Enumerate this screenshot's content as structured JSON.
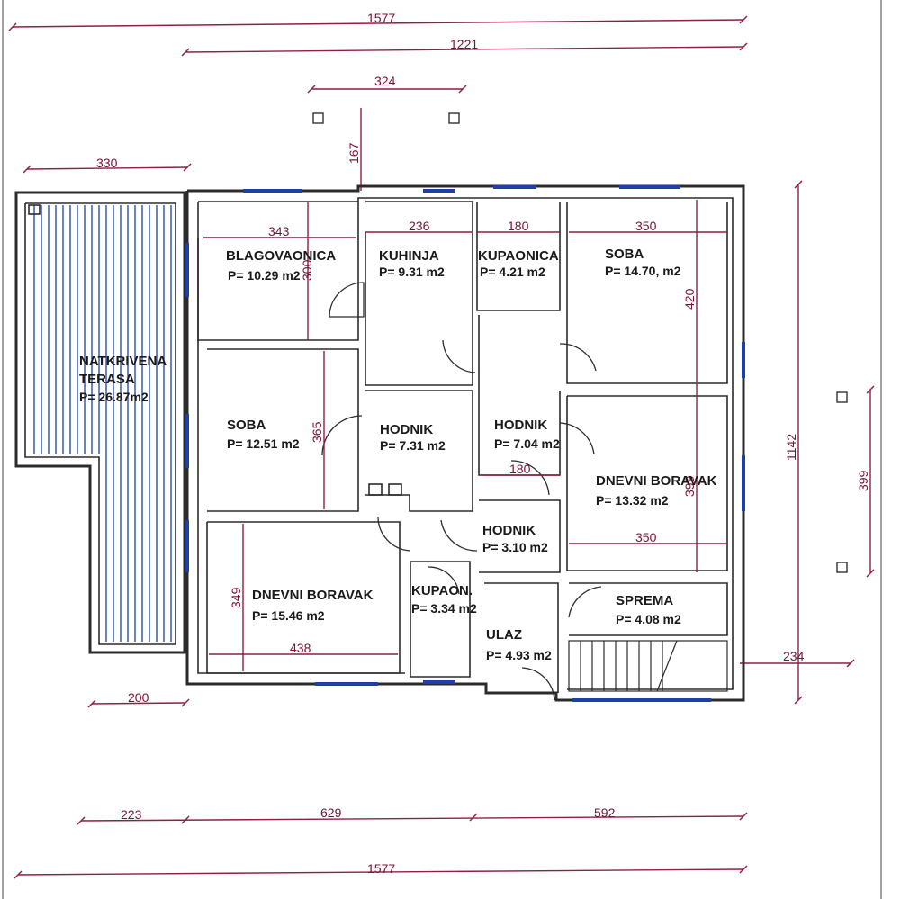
{
  "dimensions": {
    "top_total": "1577",
    "top_inner": "1221",
    "top_small": "324",
    "top_vertical": "167",
    "terrace_width": "330",
    "right_height": "1142",
    "right_small": "399",
    "right_offset": "234",
    "bottom_left_offset": "200",
    "bottom_seg1": "223",
    "bottom_seg2": "629",
    "bottom_seg3": "592",
    "bottom_total": "1577",
    "blagovaonica_w": "343",
    "blagovaonica_h": "300",
    "kuhinja_w": "236",
    "kupaonica_w": "180",
    "soba_right_w": "350",
    "soba_right_h": "420",
    "soba_left_h": "365",
    "hodnik_w": "180",
    "dnevni_right_h": "399",
    "dnevni_right_w": "350",
    "dnevni_left_h": "349",
    "dnevni_left_w": "438"
  },
  "rooms": [
    {
      "id": "blagovaonica",
      "name": "BLAGOVAONICA",
      "area": "P= 10.29 m2"
    },
    {
      "id": "kuhinja",
      "name": "KUHINJA",
      "area": "P= 9.31 m2"
    },
    {
      "id": "kupaonica",
      "name": "KUPAONICA",
      "area": "P= 4.21 m2"
    },
    {
      "id": "soba-right",
      "name": "SOBA",
      "area": "P= 14.70, m2"
    },
    {
      "id": "terasa",
      "name_line1": "NATKRIVENA",
      "name_line2": "TERASA",
      "area": "P= 26.87m2"
    },
    {
      "id": "soba-left",
      "name": "SOBA",
      "area": "P= 12.51 m2"
    },
    {
      "id": "hodnik-1",
      "name": "HODNIK",
      "area": "P= 7.31 m2"
    },
    {
      "id": "hodnik-2",
      "name": "HODNIK",
      "area": "P= 7.04 m2"
    },
    {
      "id": "dnevni-right",
      "name": "DNEVNI BORAVAK",
      "area": "P= 13.32 m2"
    },
    {
      "id": "hodnik-3",
      "name": "HODNIK",
      "area": "P= 3.10 m2"
    },
    {
      "id": "dnevni-left",
      "name": "DNEVNI BORAVAK",
      "area": "P= 15.46 m2"
    },
    {
      "id": "kupaon",
      "name": "KUPAON.",
      "area": "P= 3.34 m2"
    },
    {
      "id": "spremа",
      "name": "SPREMA",
      "area": "P= 4.08 m2"
    },
    {
      "id": "ulaz",
      "name": "ULAZ",
      "area": "P= 4.93 m2"
    }
  ],
  "colors": {
    "wall": "#2b2b2b",
    "window": "#1f3fa8",
    "dimension": "#8e1f45"
  }
}
